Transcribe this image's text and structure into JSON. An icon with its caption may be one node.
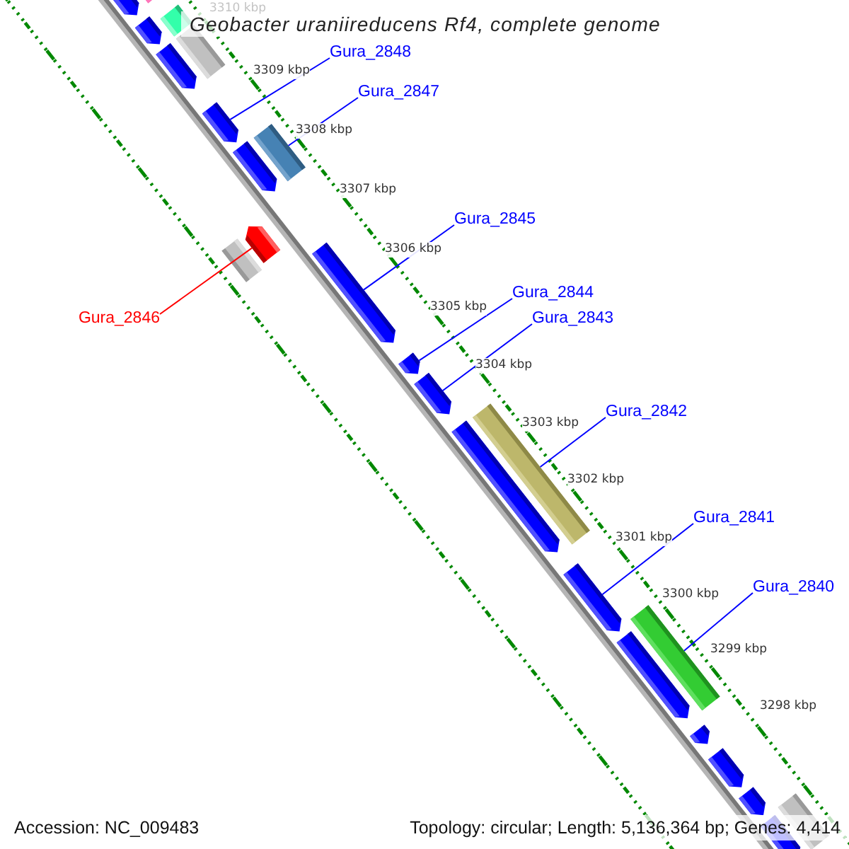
{
  "diagram": {
    "title": "Geobacter uraniireducens Rf4, complete genome",
    "nodes": [
      {
        "text": [
          "Gura_2848"
        ]
      },
      {
        "text": [],
        "shape": "bar"
      },
      {
        "text": [
          "Gura_2847"
        ]
      },
      {
        "text": [],
        "shape": "bar"
      },
      {
        "text": [
          "Gura_2846"
        ]
      },
      {
        "text": [],
        "shape": "bar"
      },
      {
        "text": [
          "Gura_2845"
        ]
      },
      {
        "text": [],
        "shape": "bar"
      },
      {
        "text": [
          "Gura_2844"
        ]
      },
      {
        "text": [],
        "shape": "bar"
      },
      {
        "text": [
          "Gura_2843"
        ]
      },
      {
        "text": [],
        "shape": "bar"
      },
      {
        "text": [
          "Gura_2842"
        ]
      },
      {
        "text": [],
        "shape": "bar"
      },
      {
        "text": [
          "Gura_2841"
        ]
      },
      {
        "text": [],
        "shape": "bar"
      },
      {
        "text": [
          "Gura_2840"
        ]
      },
      {
        "text": [],
        "shape": "bar"
      },
      {
        "text": [],
        "shape": "bar"
      },
      {
        "text": [],
        "shape": "bar"
      },
      {
        "text": [],
        "shape": "bar"
      },
      {
        "text": [],
        "shape": "bar"
      },
      {
        "text": [],
        "shape": "bar"
      },
      {
        "text": [],
        "shape": "bar"
      },
      {
        "text": [],
        "shape": "bar"
      },
      {
        "text": [],
        "shape": "bar"
      },
      {
        "text": [],
        "shape": "bar"
      },
      {
        "text": [],
        "shape": "bar"
      },
      {
        "text": [],
        "shape": "bar"
      },
      {
        "text": [],
        "shape": "bar"
      },
      {
        "text": [],
        "shape": "bar"
      },
      {
        "text": [],
        "shape": "bar"
      },
      {
        "text": [],
        "shape": "bar"
      }
    ],
    "edges": [
      {
        "from": 0,
        "to": 1,
        "arrow": "none"
      },
      {
        "from": 2,
        "to": 3,
        "arrow": "none"
      },
      {
        "from": 4,
        "to": 5,
        "arrow": "none",
        "color": "#ff0000"
      },
      {
        "from": 6,
        "to": 7,
        "arrow": "none"
      },
      {
        "from": 8,
        "to": 9,
        "arrow": "none"
      },
      {
        "from": 10,
        "to": 11,
        "arrow": "none"
      },
      {
        "from": 12,
        "to": 13,
        "arrow": "none"
      },
      {
        "from": 14,
        "to": 15,
        "arrow": "none"
      },
      {
        "from": 16,
        "to": 17,
        "arrow": "none"
      }
    ],
    "labels": [
      "3310 kbp",
      "3309 kbp",
      "3308 kbp",
      "3307 kbp",
      "3306 kbp",
      "3305 kbp",
      "3304 kbp",
      "3303 kbp",
      "3302 kbp",
      "3301 kbp",
      "3300 kbp",
      "3299 kbp",
      "3298 kbp",
      "Accession: NC_009483",
      "Topology: circular; Length: 5,136,364 bp; Genes: 4,414"
    ]
  }
}
